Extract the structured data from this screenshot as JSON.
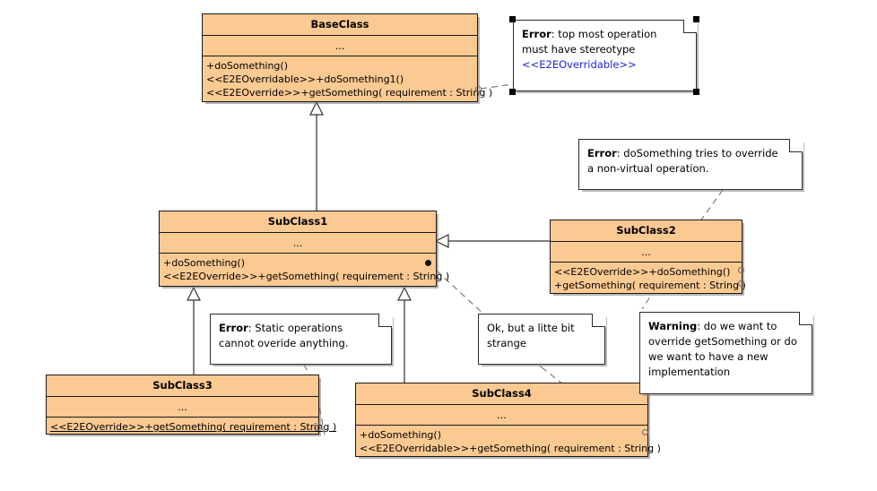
{
  "diagram": {
    "type": "uml-class-diagram",
    "background": "#ffffff",
    "class_fill": "#fbc992",
    "class_border": "#1a1a1a",
    "note_fill": "#ffffff",
    "stereotype_link_color": "#2323d6"
  },
  "classes": {
    "base": {
      "name": "BaseClass",
      "attributes": "...",
      "operations": [
        "+doSomething()",
        "<<E2EOverridable>>+doSomething1()",
        "<<E2EOverride>>+getSomething( requirement : String )"
      ]
    },
    "sub1": {
      "name": "SubClass1",
      "attributes": "...",
      "operations": [
        "+doSomething()",
        "<<E2EOverride>>+getSomething( requirement : String )"
      ]
    },
    "sub2": {
      "name": "SubClass2",
      "attributes": "...",
      "operations": [
        "<<E2EOverride>>+doSomething()",
        "+getSomething( requirement : String )"
      ]
    },
    "sub3": {
      "name": "SubClass3",
      "attributes": "...",
      "operations": [
        "<<E2EOverride>>+getSomething( requirement : String )"
      ]
    },
    "sub4": {
      "name": "SubClass4",
      "attributes": "...",
      "operations": [
        "+doSomething()",
        "<<E2EOverridable>>+getSomething( requirement : String )"
      ]
    }
  },
  "notes": {
    "note_stereotype": {
      "severity": "Error",
      "line1": ": top most operation",
      "line2": "must have stereotype",
      "stereotype": "<<E2EOverridable>>",
      "selected": true
    },
    "note_nonvirtual": {
      "severity": "Error",
      "line1": ": doSomething tries to override",
      "line2": "a non-virtual operation.",
      "selected": false
    },
    "note_static": {
      "severity": "Error",
      "line1": ": Static operations",
      "line2": "cannot overide anything.",
      "selected": false
    },
    "note_ok": {
      "severity": "",
      "line1": "Ok, but a litte bit",
      "line2": "strange",
      "selected": false
    },
    "note_warning": {
      "severity": "Warning",
      "line1": ": do we want to",
      "line2": "override getSomething or do",
      "line3": "we want to have a new",
      "line4": "implementation",
      "selected": false
    }
  },
  "relations": [
    {
      "name": "sub1-inherits-base",
      "kind": "generalization",
      "from": "SubClass1",
      "to": "BaseClass"
    },
    {
      "name": "sub2-inherits-sub1",
      "kind": "generalization",
      "from": "SubClass2",
      "to": "SubClass1"
    },
    {
      "name": "sub3-inherits-sub1",
      "kind": "generalization",
      "from": "SubClass3",
      "to": "SubClass1"
    },
    {
      "name": "sub4-inherits-sub1",
      "kind": "generalization",
      "from": "SubClass4",
      "to": "SubClass1"
    },
    {
      "name": "anchor-base-to-note-stereotype",
      "kind": "note-anchor"
    },
    {
      "name": "anchor-sub1-to-note-warning",
      "kind": "note-anchor"
    },
    {
      "name": "anchor-sub2-to-note-nonvirtual",
      "kind": "note-anchor"
    },
    {
      "name": "anchor-sub3-to-note-static",
      "kind": "note-anchor"
    },
    {
      "name": "anchor-sub4-to-note-ok",
      "kind": "note-anchor"
    }
  ]
}
